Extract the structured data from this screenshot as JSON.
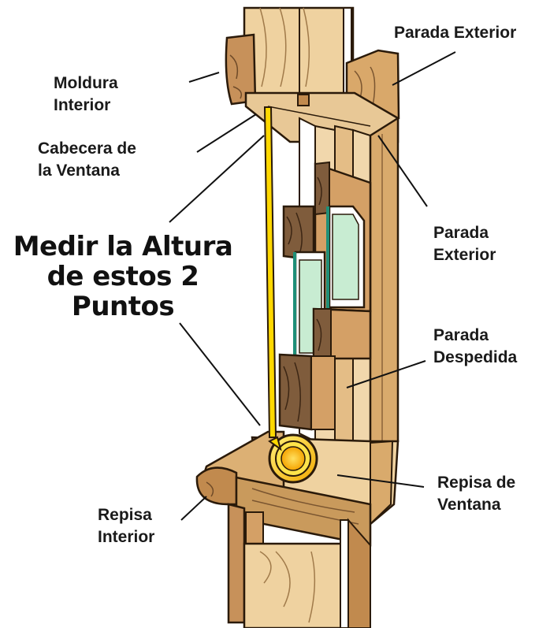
{
  "labels": {
    "parada_exterior_top": "Parada Exterior",
    "moldura_interior": [
      "Moldura",
      "Interior"
    ],
    "cabecera_ventana": [
      "Cabecera de",
      "la Ventana"
    ],
    "parada_exterior_mid": [
      "Parada",
      "Exterior"
    ],
    "parada_despedida": [
      "Parada",
      "Despedida"
    ],
    "repisa_ventana": [
      "Repisa de",
      "Ventana"
    ],
    "repisa_interior": [
      "Repisa",
      "Interior"
    ]
  },
  "instruction": [
    "Medir la Altura",
    "de estos 2",
    "Puntos"
  ],
  "colors": {
    "wood_light": "#e8c896",
    "wood_mid": "#d9aa6c",
    "wood_dark": "#7a5a3a",
    "glass": "#c8ecd2",
    "tape_yellow": "#ffd800",
    "outline": "#2a1a0a"
  }
}
